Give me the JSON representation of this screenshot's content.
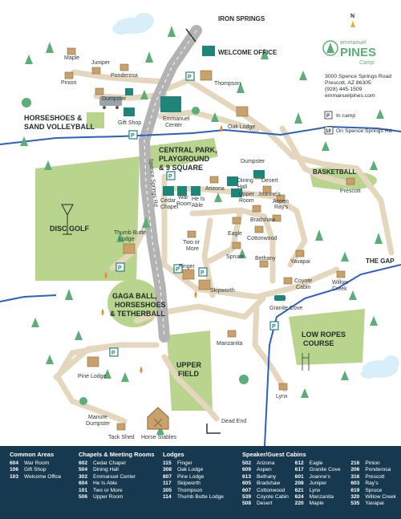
{
  "brand": {
    "name_top": "emmanuel",
    "name_main": "PINES",
    "name_sub": "Camp"
  },
  "address": [
    "3000 Spence Springs Road",
    "Prescott, AZ 86305",
    "(928) 445-1509",
    "emmanuelpines.com"
  ],
  "compass": "N",
  "legend": {
    "in_camp_code": "P",
    "in_camp_label": "In camp",
    "road_code": "10",
    "road_label": "On Spence Springs Rd"
  },
  "map_labels": {
    "iron_springs": "IRON SPRINGS",
    "welcome_office": "WELCOME OFFICE",
    "maple": "Maple",
    "juniper": "Juniper",
    "ponderosa": "Ponderosa",
    "pinion": "Pinion",
    "thompson": "Thompson",
    "dumpster_1": "Dumpster",
    "gift_shop": "Gift Shop",
    "emmanuel_center": [
      "Emmanuel",
      "Center"
    ],
    "horseshoes": [
      "HORSESHOES &",
      "SAND VOLLEYBALL"
    ],
    "oak_lodge": "Oak Lodge",
    "central_park": [
      "CENTRAL PARK,",
      "PLAYGROUND",
      "& 9 SQUARE"
    ],
    "spence_springs_rd": "Spence Springs Rd",
    "dumpster_2": "Dumpster",
    "dining_hall": [
      "Dining",
      "Hall"
    ],
    "desert": "Desert",
    "basketball": "BASKETBALL",
    "prescott": "Prescott",
    "arizona": "Arizona",
    "cedar_chapel": [
      "Cedar",
      "Chapel"
    ],
    "war_room": [
      "War",
      "Room"
    ],
    "he_is_able": [
      "He Is",
      "Able"
    ],
    "upper_room": [
      "Upper",
      "Room"
    ],
    "joannes": "Joanne's",
    "rays": "Ray's",
    "aspen": "Aspen",
    "bradshaw": "Bradshaw",
    "disc_golf": "DISC GOLF",
    "thumb_butte": [
      "Thumb Butte",
      "Lodge"
    ],
    "eagle": "Eagle",
    "cottonwood": "Cottonwood",
    "two_or_more": [
      "Two or",
      "More"
    ],
    "spruce": "Spruce",
    "bethany": "Bethany",
    "yavapai": "Yavapai",
    "the_gap": "THE GAP",
    "finger": "Finger",
    "coyote_cabin": [
      "Coyote",
      "Cabin"
    ],
    "willow_creek": [
      "Willow",
      "Creek"
    ],
    "gaga": [
      "GAGA BALL,",
      "HORSESHOES",
      "& TETHERBALL"
    ],
    "skipworth": "Skipworth",
    "granite_cove": "Granite Cove",
    "low_ropes": [
      "LOW ROPES",
      "COURSE"
    ],
    "manzanita": "Manzanita",
    "pine_lodge": "Pine Lodge",
    "upper_field": [
      "UPPER",
      "FIELD"
    ],
    "lynx": "Lynx",
    "manure_dumpster": [
      "Manure",
      "Dumpster"
    ],
    "dead_end": "Dead End",
    "tack_shed": "Tack Shed",
    "horse_stables": "Horse Stables"
  },
  "colors": {
    "water": "#2a5fc8",
    "field": "#b9d48c",
    "road": "#e4d7bd",
    "highway": "#b3b3b3",
    "navy": "#17394f",
    "teal": "#1f8579",
    "tree": "#5cae78",
    "cabin": "#c9a26b"
  },
  "footer": {
    "common": {
      "title": "Common Areas",
      "items": [
        [
          "604",
          "War Room"
        ],
        [
          "106",
          "Gift Shop"
        ],
        [
          "103",
          "Welcome Office"
        ]
      ]
    },
    "chapels": {
      "title": "Chapels & Meeting Rooms",
      "items": [
        [
          "602",
          "Cedar Chapel"
        ],
        [
          "504",
          "Dining Hall"
        ],
        [
          "302",
          "Emmanuel Center"
        ],
        [
          "604",
          "He Is Able"
        ],
        [
          "101",
          "Two or More"
        ],
        [
          "506",
          "Upper Room"
        ]
      ]
    },
    "lodges": {
      "title": "Lodges",
      "items": [
        [
          "115",
          "Finger"
        ],
        [
          "308",
          "Oak Lodge"
        ],
        [
          "807",
          "Pine Lodge"
        ],
        [
          "117",
          "Skipworth"
        ],
        [
          "305",
          "Thompson"
        ],
        [
          "114",
          "Thumb Butte Lodge"
        ]
      ]
    },
    "cabins": {
      "title": "Speaker/Guest Cabins",
      "col1": [
        [
          "502",
          "Arizona"
        ],
        [
          "609",
          "Aspen"
        ],
        [
          "613",
          "Bethany"
        ],
        [
          "605",
          "Bradshaw"
        ],
        [
          "607",
          "Cottonwood"
        ],
        [
          "539",
          "Coyote Cabin"
        ],
        [
          "508",
          "Desert"
        ]
      ],
      "col2": [
        [
          "612",
          "Eagle"
        ],
        [
          "617",
          "Granite Cove"
        ],
        [
          "601",
          "Joanne's"
        ],
        [
          "208",
          "Juniper"
        ],
        [
          "621",
          "Lynx"
        ],
        [
          "624",
          "Manzanita"
        ],
        [
          "220",
          "Maple"
        ]
      ],
      "col3": [
        [
          "216",
          "Pinion"
        ],
        [
          "206",
          "Ponderosa"
        ],
        [
          "316",
          "Prescott"
        ],
        [
          "603",
          "Ray's"
        ],
        [
          "619",
          "Spruce"
        ],
        [
          "320",
          "Willow Creek"
        ],
        [
          "535",
          "Yavapai"
        ]
      ]
    }
  }
}
